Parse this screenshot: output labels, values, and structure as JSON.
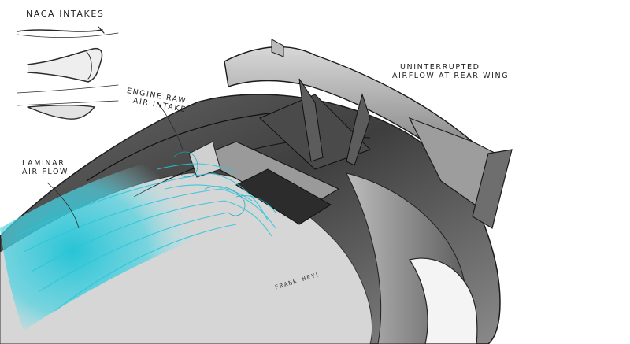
{
  "labels": {
    "naca_title": "NACA INTAKES",
    "engine_intake_line1": "ENGINE RAW",
    "engine_intake_line2": "AIR INTAKE",
    "laminar_line1": "LAMINAR",
    "laminar_line2": "AIR FLOW",
    "rear_wing_line1": "UNINTERRUPTED",
    "rear_wing_line2": "AIRFLOW AT REAR WING"
  },
  "signature": "FRANK HEYL",
  "colors": {
    "background": "#ffffff",
    "pencil": "#2b2b2b",
    "airflow": "#22c4d8"
  }
}
